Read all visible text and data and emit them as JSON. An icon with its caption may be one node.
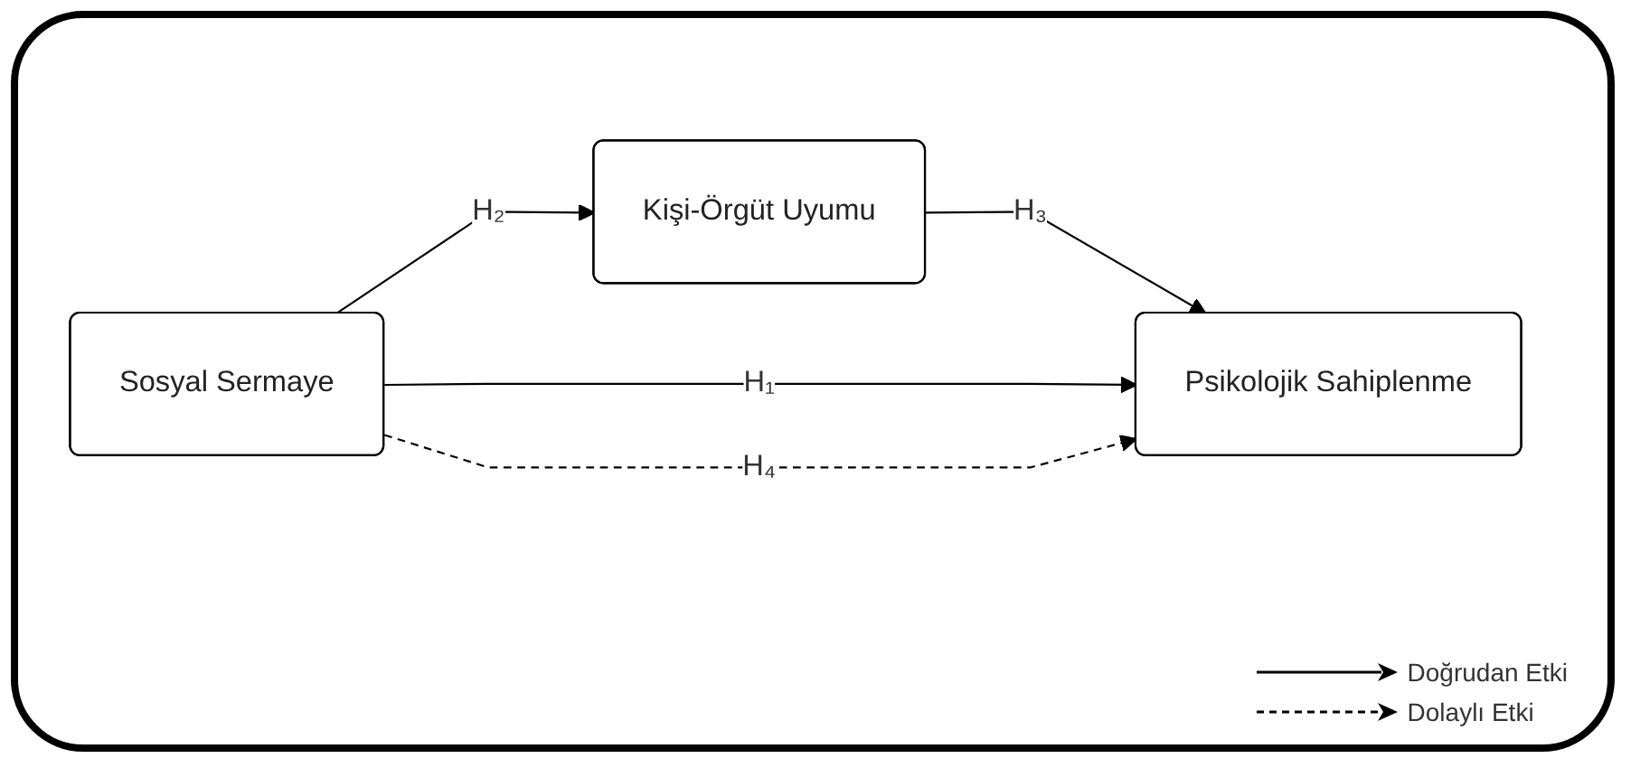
{
  "diagram": {
    "nodes": [
      {
        "text": [
          "Kişi-Örgüt Uyumu"
        ]
      },
      {
        "text": [
          "Sosyal Sermaye"
        ]
      },
      {
        "text": [
          "Psikolojik Sahiplenme"
        ]
      }
    ],
    "edges": [
      {
        "from": 1,
        "to": 0,
        "arrow": "to",
        "label": "H₂"
      },
      {
        "from": 0,
        "to": 2,
        "arrow": "to",
        "label": "H₃"
      },
      {
        "from": 1,
        "to": 2,
        "arrow": "to",
        "label": "H₁"
      },
      {
        "from": 1,
        "to": 2,
        "arrow": "to",
        "label": "H₄",
        "style": "dashed"
      }
    ],
    "legend": [
      {
        "text": "Doğrudan Etki"
      },
      {
        "text": "Dolaylı Etki"
      }
    ]
  }
}
